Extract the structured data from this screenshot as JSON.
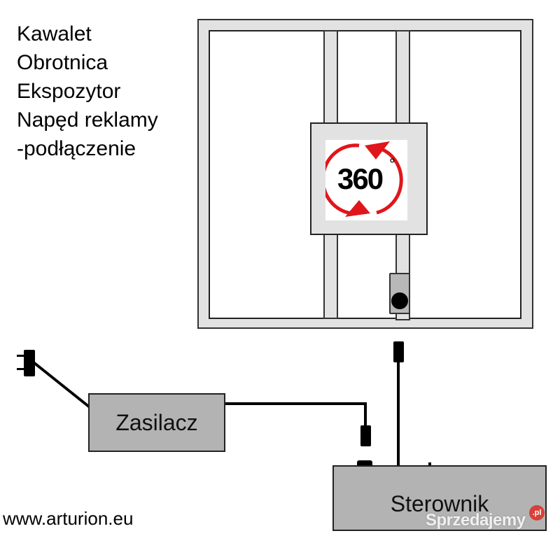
{
  "title": {
    "lines": [
      "Kawalet",
      "Obrotnica",
      "Ekspozytor",
      "Napęd reklamy",
      "-podłączenie"
    ]
  },
  "frame": {
    "rotation_label": "360",
    "degree_symbol": "°",
    "icon": "rotation-arrows-icon",
    "accent_color": "#e0161b"
  },
  "components": {
    "power_supply": "Zasilacz",
    "controller": "Sterownik"
  },
  "footer": {
    "url": "www.arturion.eu"
  },
  "watermark": {
    "text": "Sprzedajemy",
    "badge": ".pl",
    "badge_color": "#d8403a"
  }
}
